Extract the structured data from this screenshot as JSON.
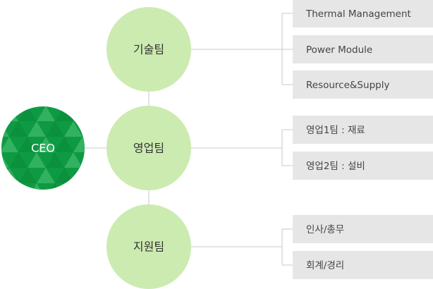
{
  "colors": {
    "ceo_fill": "#0d9a43",
    "ceo_pattern_light": "#3fb86a",
    "ceo_pattern_dark": "#0a8a3b",
    "team_fill": "#ccebb0",
    "box_fill": "#e6e6e6",
    "line": "#c8c8c8"
  },
  "ceo": {
    "label": "CEO"
  },
  "teams": [
    {
      "label": "기술팀",
      "items": [
        "Thermal Management",
        "Power Module",
        "Resource&Supply"
      ]
    },
    {
      "label": "영업팀",
      "items": [
        "영업1팀 : 재료",
        "영업2팀 : 설비"
      ]
    },
    {
      "label": "지원팀",
      "items": [
        "인사/총무",
        "회계/경리"
      ]
    }
  ]
}
